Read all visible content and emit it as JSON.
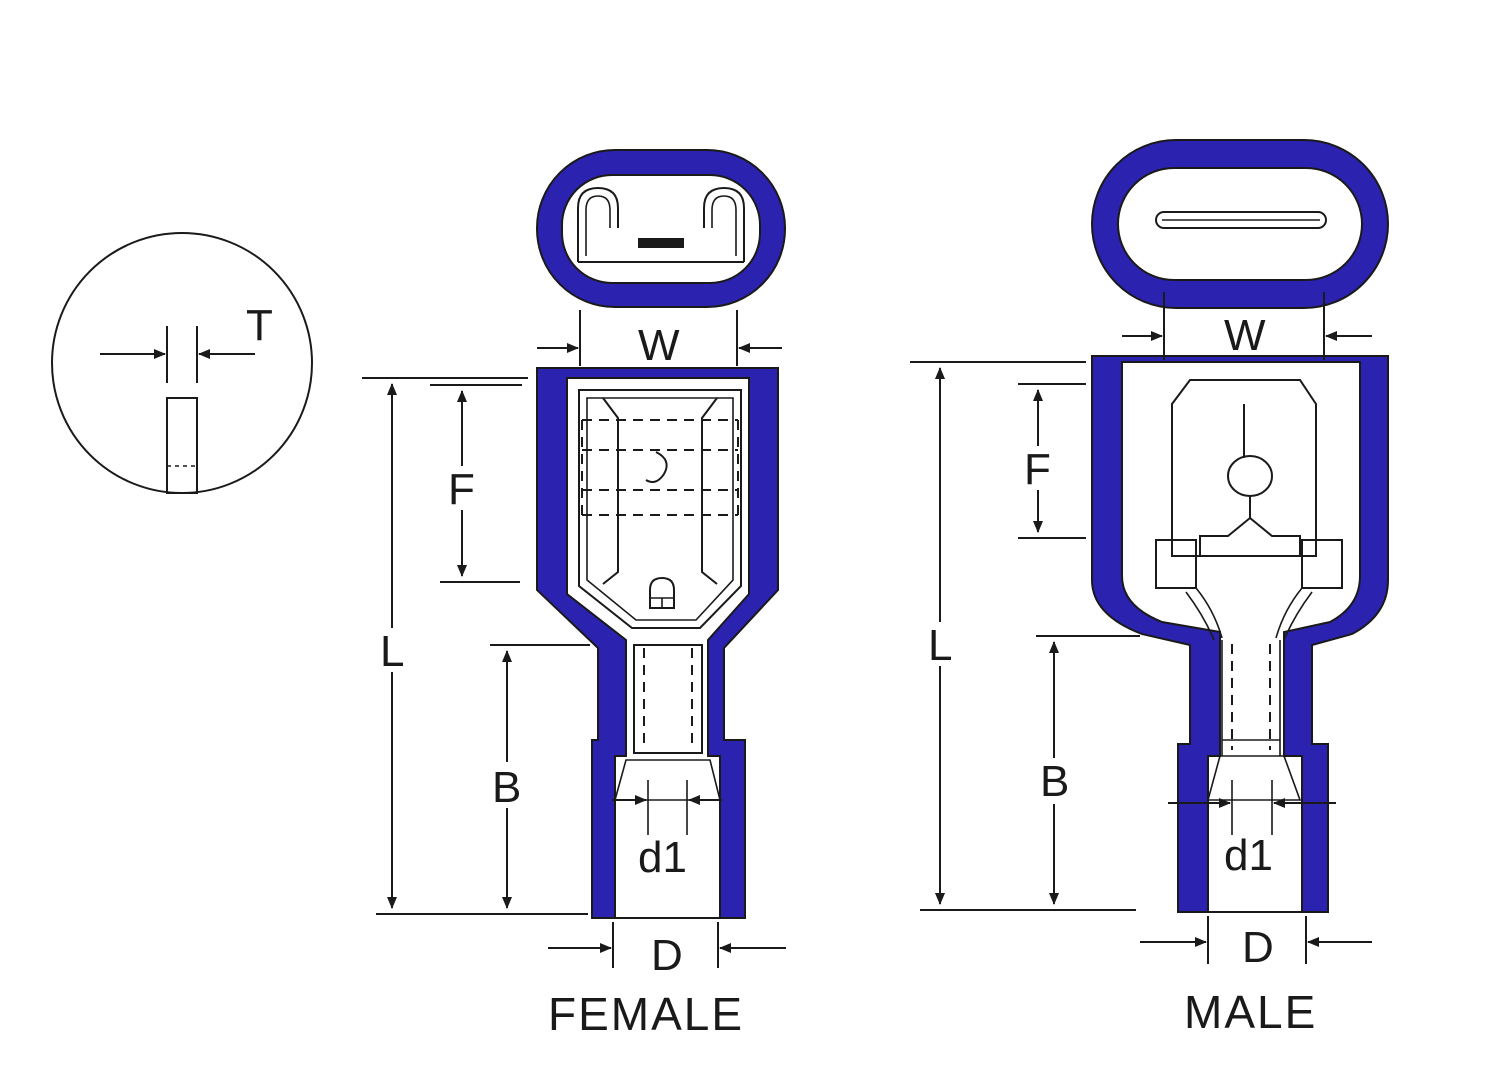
{
  "colors": {
    "insulation": "#2b22b0",
    "ink": "#1a1a1a",
    "background": "#ffffff"
  },
  "detail": {
    "thickness_label": "T"
  },
  "female": {
    "caption": "FEMALE",
    "labels": {
      "W": "W",
      "F": "F",
      "L": "L",
      "B": "B",
      "d1": "d1",
      "D": "D"
    }
  },
  "male": {
    "caption": "MALE",
    "labels": {
      "W": "W",
      "F": "F",
      "L": "L",
      "B": "B",
      "d1": "d1",
      "D": "D"
    }
  }
}
